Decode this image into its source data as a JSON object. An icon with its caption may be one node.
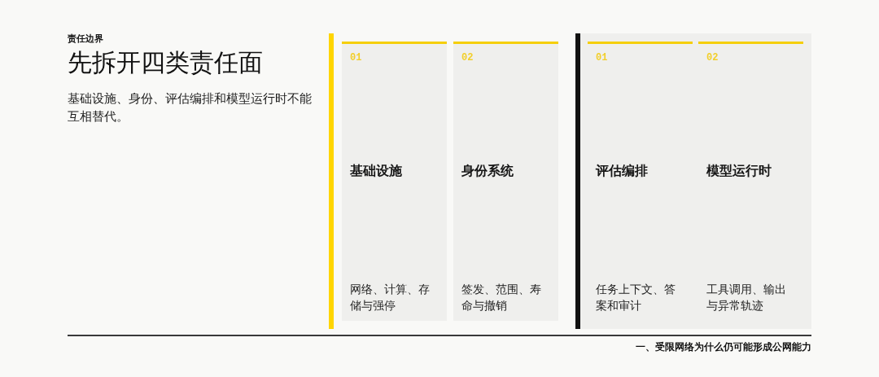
{
  "diagram": {
    "title": "先拆开四类责任面",
    "nodes": [
      {
        "text": [
          "01",
          "基础设施",
          "网络、计算、存储与强停"
        ]
      },
      {
        "text": [
          "02",
          "身份系统",
          "签发、范围、寿命与撤销"
        ]
      },
      {
        "text": [],
        "shape": "box"
      },
      {
        "text": [
          "01",
          "评估编排",
          "任务上下文、答案和审计"
        ],
        "in": 2
      },
      {
        "text": [
          "02",
          "模型运行时",
          "工具调用、输出与异常轨迹"
        ],
        "in": 2
      }
    ],
    "labels": [
      "责任边界",
      "基础设施、身份、评估编排和模型运行时不能互相替代。",
      "一、受限网络为什么仍可能形成公网能力"
    ]
  }
}
